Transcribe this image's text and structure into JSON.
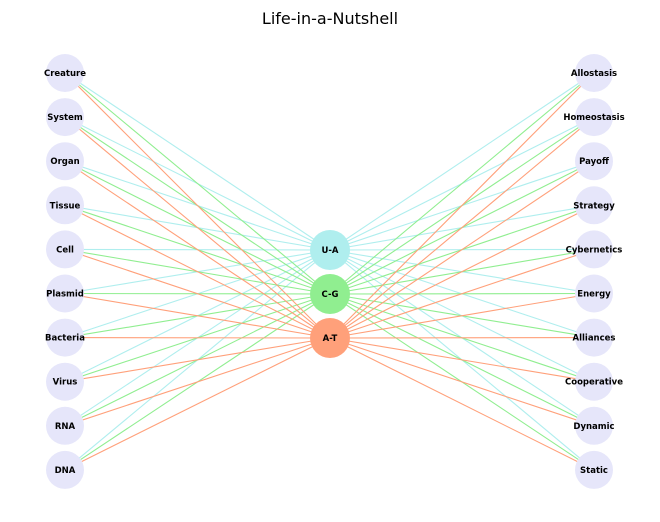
{
  "title": "Life-in-a-Nutshell",
  "colors": {
    "side_node": "#e6e6fa",
    "U-A": "#afeeee",
    "C-G": "#90ee90",
    "A-T": "#ffa07a",
    "background": "#ffffff"
  },
  "left_nodes": [
    "Creature",
    "System",
    "Organ",
    "Tissue",
    "Cell",
    "Plasmid",
    "Bacteria",
    "Virus",
    "RNA",
    "DNA"
  ],
  "right_nodes": [
    "Allostasis",
    "Homeostasis",
    "Payoff",
    "Strategy",
    "Cybernetics",
    "Energy",
    "Alliances",
    "Cooperative",
    "Dynamic",
    "Static"
  ],
  "hubs": [
    {
      "label": "U-A",
      "color_key": "U-A"
    },
    {
      "label": "C-G",
      "color_key": "C-G"
    },
    {
      "label": "A-T",
      "color_key": "A-T"
    }
  ],
  "edges": "every left and right node connects to each hub, edge colored by hub"
}
